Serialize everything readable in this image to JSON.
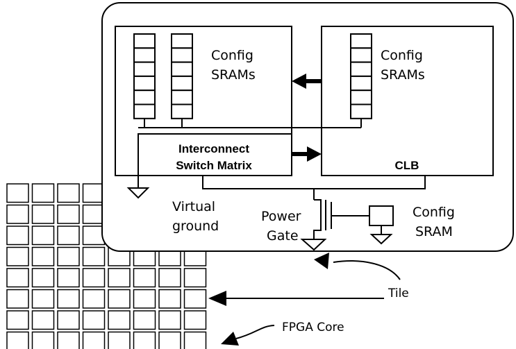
{
  "diagram": {
    "fpga_core_label": "FPGA Core",
    "tile_label": "Tile",
    "config_srams_left_line1": "Config",
    "config_srams_left_line2": "SRAMs",
    "config_srams_right_line1": "Config",
    "config_srams_right_line2": "SRAMs",
    "interconnect_line1": "Interconnect",
    "interconnect_line2": "Switch Matrix",
    "clb_label": "CLB",
    "virtual_ground_line1": "Virtual",
    "virtual_ground_line2": "ground",
    "power_gate_line1": "Power",
    "power_gate_line2": "Gate",
    "config_sram_line1": "Config",
    "config_sram_line2": "SRAM"
  },
  "colors": {
    "stroke": "#000000",
    "background": "#ffffff"
  }
}
